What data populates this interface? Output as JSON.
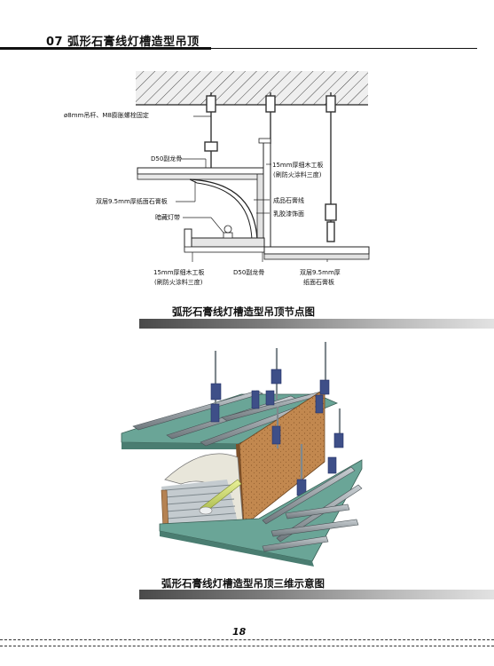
{
  "header": {
    "title": "07  弧形石膏线灯槽造型吊顶"
  },
  "diagram1": {
    "labels": {
      "rod": "ø8mm吊杆、M8膨胀螺栓固定",
      "keel_top": "D50副龙骨",
      "board_top_1": "15mm厚细木工板",
      "board_top_2": "(刷防火涂料三度)",
      "gypsum_left": "双层9.5mm厚纸面石膏板",
      "molding": "成品石膏线",
      "paint": "乳胶漆饰面",
      "light": "暗藏灯带",
      "board_bottom_1": "15mm厚细木工板",
      "board_bottom_2": "(刷防火涂料三度)",
      "keel_bottom": "D50副龙骨",
      "gypsum_right_1": "双层9.5mm厚",
      "gypsum_right_2": "纸面石膏板"
    },
    "caption": "弧形石膏线灯槽造型吊顶节点图"
  },
  "diagram2": {
    "caption": "弧形石膏线灯槽造型吊顶三维示意图"
  },
  "footer": {
    "page_number": "18"
  },
  "colors": {
    "gypsum": "#5e9c8c",
    "wood": "#b07a47",
    "steel": "#8e979c",
    "concrete": "#d9d9d9"
  }
}
